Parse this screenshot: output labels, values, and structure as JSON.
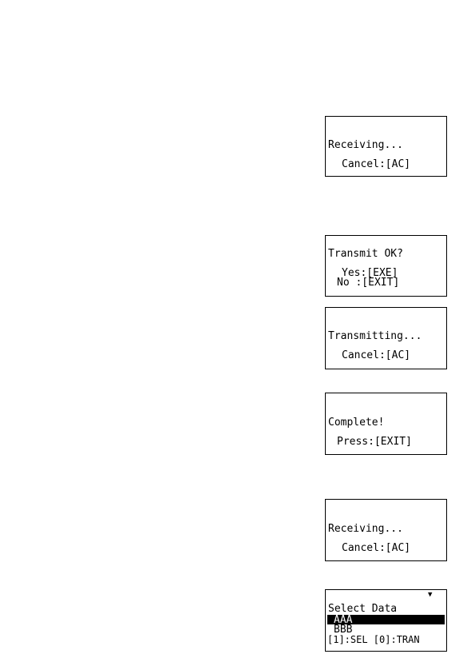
{
  "screens": [
    {
      "id": "receiving-1",
      "lines": [
        "Receiving...",
        "Cancel:[AC]"
      ]
    },
    {
      "id": "transmit-ok",
      "lines": [
        "Transmit OK?",
        "Yes:[EXE]",
        "No :[EXIT]"
      ]
    },
    {
      "id": "transmitting",
      "lines": [
        "Transmitting...",
        "Cancel:[AC]"
      ]
    },
    {
      "id": "complete",
      "lines": [
        "Complete!",
        "Press:[EXIT]"
      ]
    },
    {
      "id": "receiving-2",
      "lines": [
        "Receiving...",
        "Cancel:[AC]"
      ]
    },
    {
      "id": "select-data",
      "scroll_icon": "down-arrow-icon",
      "title": "Select Data",
      "items": [
        "AAA",
        "BBB"
      ],
      "selected_item": "AAA",
      "footer": "[1]:SEL [0]:TRAN"
    }
  ]
}
